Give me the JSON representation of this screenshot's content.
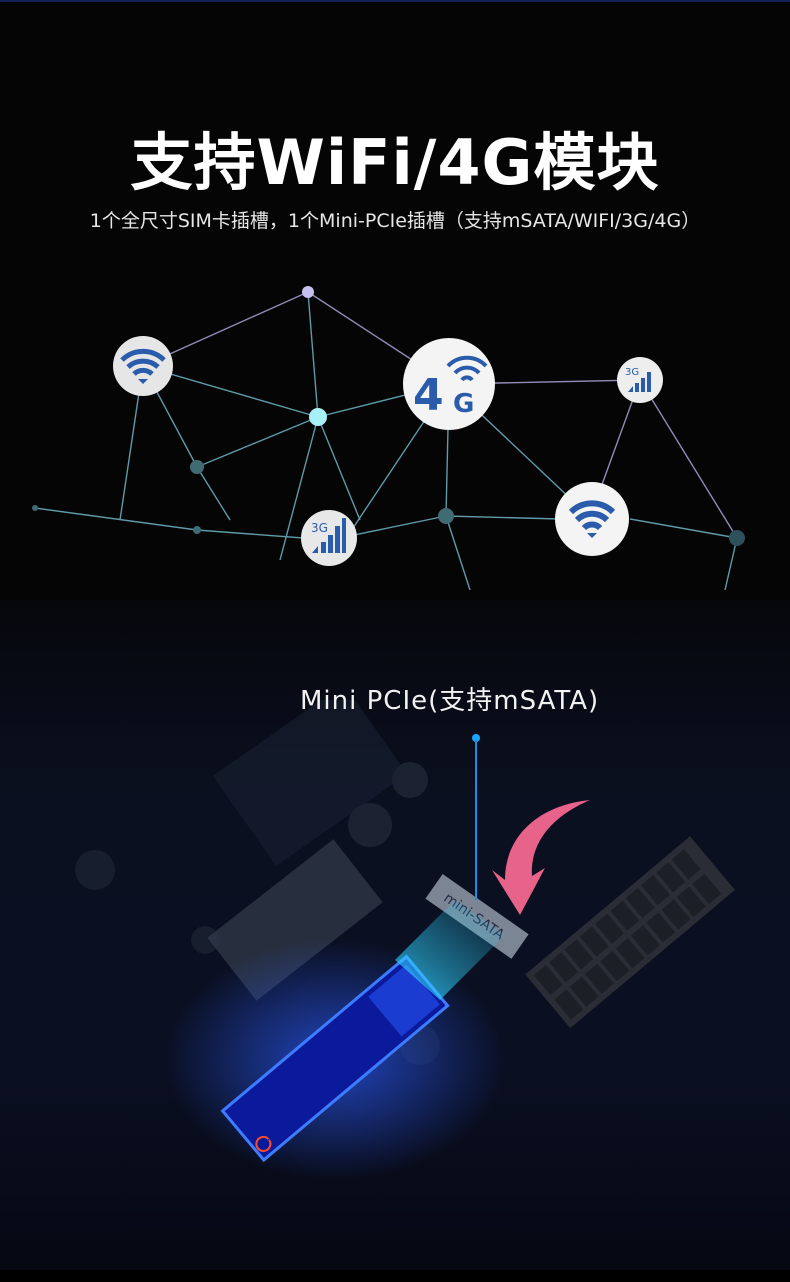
{
  "header": {
    "title": "支持WiFi/4G模块",
    "subtitle": "1个全尺寸SIM卡插槽，1个Mini-PCIe插槽（支持mSATA/WIFI/3G/4G）"
  },
  "network": {
    "nodes": [
      {
        "icon": "wifi-icon",
        "label": ""
      },
      {
        "icon": "4g-icon",
        "label": "4G"
      },
      {
        "icon": "3g-signal-icon",
        "label": "3G"
      },
      {
        "icon": "3g-signal-icon",
        "label": "3G"
      },
      {
        "icon": "wifi-icon",
        "label": ""
      }
    ],
    "colors": {
      "icon_blue": "#2a5cab",
      "node_bg": "#f2f2f2",
      "line": "#6fb4c6"
    }
  },
  "slot": {
    "label": "Mini PCIe(支持mSATA)",
    "connector_text": "mini-SATA",
    "leader_color": "#1aa3ff",
    "arrow_color": "#e8638a"
  }
}
